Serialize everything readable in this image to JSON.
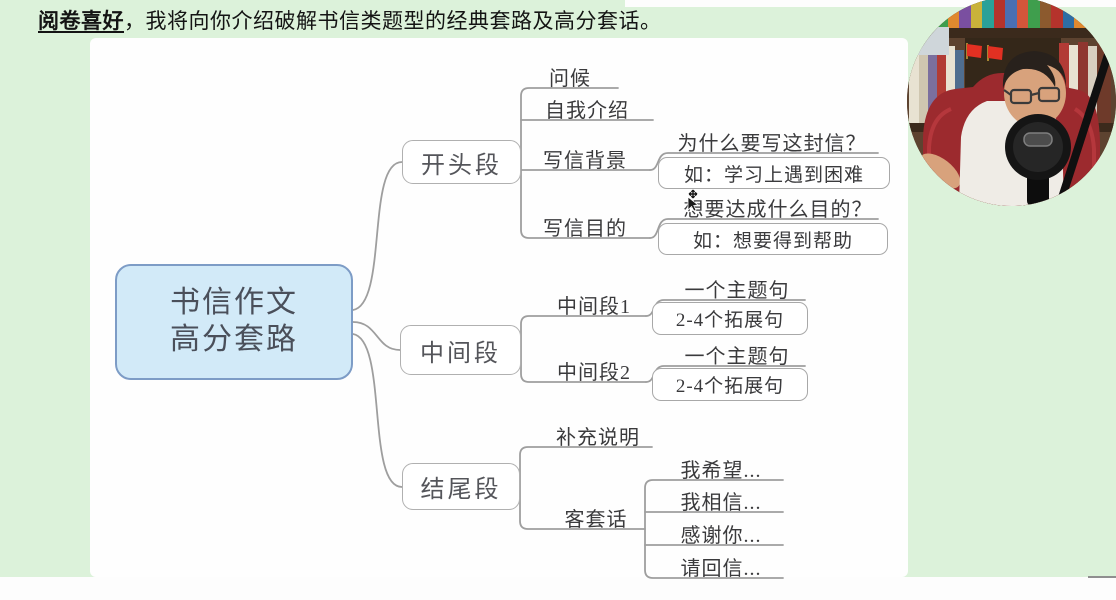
{
  "header": {
    "title_emphasis": "阅卷喜好",
    "title_rest": "，我将向你介绍破解书信类题型的经典套路及高分套话。"
  },
  "mindmap": {
    "root": {
      "line1": "书信作文",
      "line2": "高分套路"
    },
    "opening": {
      "label": "开头段",
      "greeting": "问候",
      "self_intro": "自我介绍",
      "background": "写信背景",
      "background_question": "为什么要写这封信？",
      "background_example": "如：学习上遇到困难",
      "purpose": "写信目的",
      "purpose_question": "想要达成什么目的？",
      "purpose_example": "如：想要得到帮助"
    },
    "middle": {
      "label": "中间段",
      "para1": "中间段1",
      "para1_topic": "一个主题句",
      "para1_expand": "2-4个拓展句",
      "para2": "中间段2",
      "para2_topic": "一个主题句",
      "para2_expand": "2-4个拓展句"
    },
    "ending": {
      "label": "结尾段",
      "supplement": "补充说明",
      "courtesy": "客套话",
      "hope": "我希望...",
      "believe": "我相信...",
      "thanks": "感谢你...",
      "reply": "请回信..."
    }
  },
  "icons": {
    "mouse_cursor": "move-arrow-pointer"
  },
  "colors": {
    "background_green": "#dcf2da",
    "panel_white": "#fefefe",
    "root_fill": "#d2eaf8",
    "root_border": "#7d9cc6",
    "node_border": "#b0b0b0",
    "connector_gray": "#9e9e9e",
    "chair_red": "#9c2a2e"
  }
}
